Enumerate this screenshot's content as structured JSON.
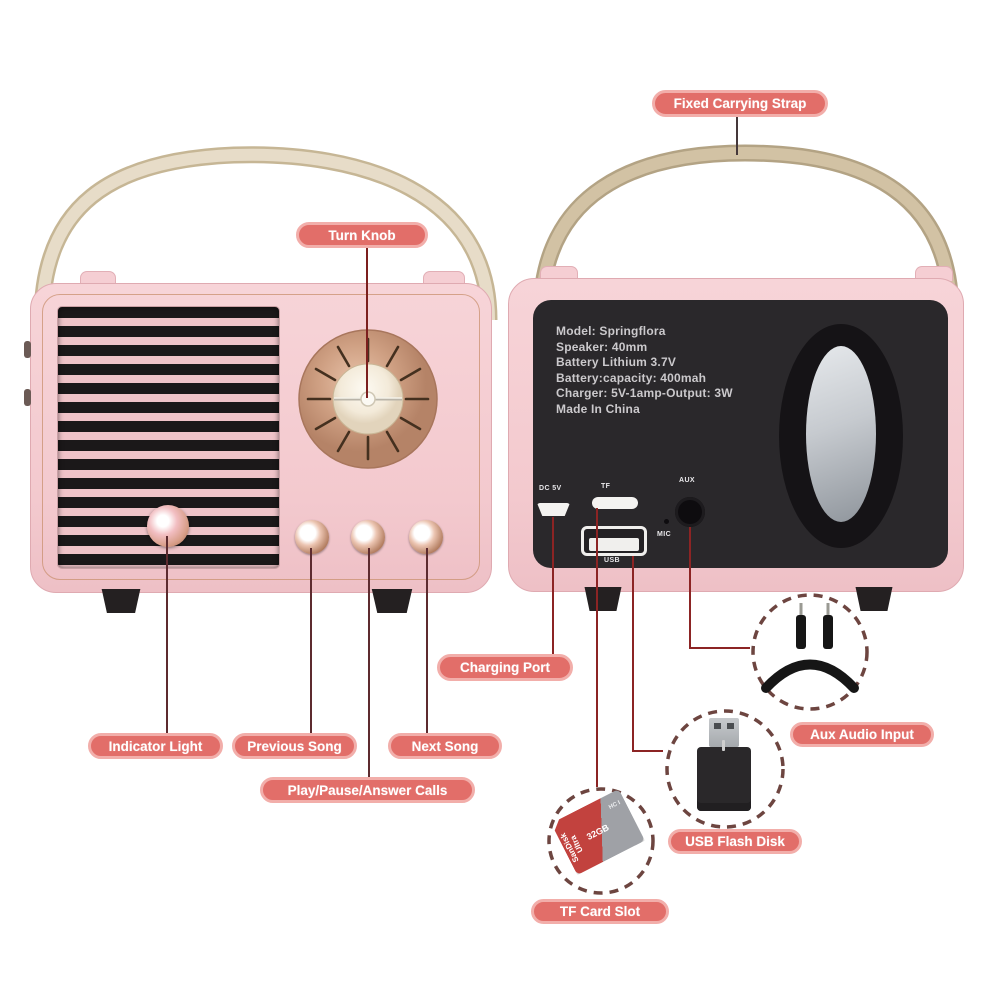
{
  "product": "retro bluetooth speaker annotated diagram",
  "labels": {
    "fixed_strap": "Fixed Carrying Strap",
    "turn_knob": "Turn Knob",
    "indicator_light": "Indicator Light",
    "previous_song": "Previous Song",
    "next_song": "Next Song",
    "play_pause": "Play/Pause/Answer Calls",
    "charging_port": "Charging Port",
    "aux_audio": "Aux Audio Input",
    "usb_flash": "USB Flash Disk",
    "tf_card": "TF Card Slot"
  },
  "back_panel": {
    "specs": [
      "Model: Springflora",
      "Speaker: 40mm",
      "Battery Lithium 3.7V",
      "Battery:capacity: 400mah",
      "Charger: 5V-1amp-Output: 3W",
      "Made In China"
    ],
    "ports": {
      "dc": "DC 5V",
      "tf": "TF",
      "aux": "AUX",
      "mic": "MIC",
      "usb": "USB"
    }
  },
  "sd_card": {
    "brand": "SanDisk",
    "series": "Ultra",
    "capacity": "32GB",
    "type": "HC I"
  },
  "colors": {
    "callout_pill": "#e26e69",
    "callout_ring": "#f2aeaa",
    "body_pink": "#f3c9ce",
    "panel_black": "#2a282b",
    "annotation_red": "#8c2424",
    "handle_front": "#e7dcc8",
    "handle_back": "#d2c2a4",
    "knob_gold": "#cfa083"
  }
}
